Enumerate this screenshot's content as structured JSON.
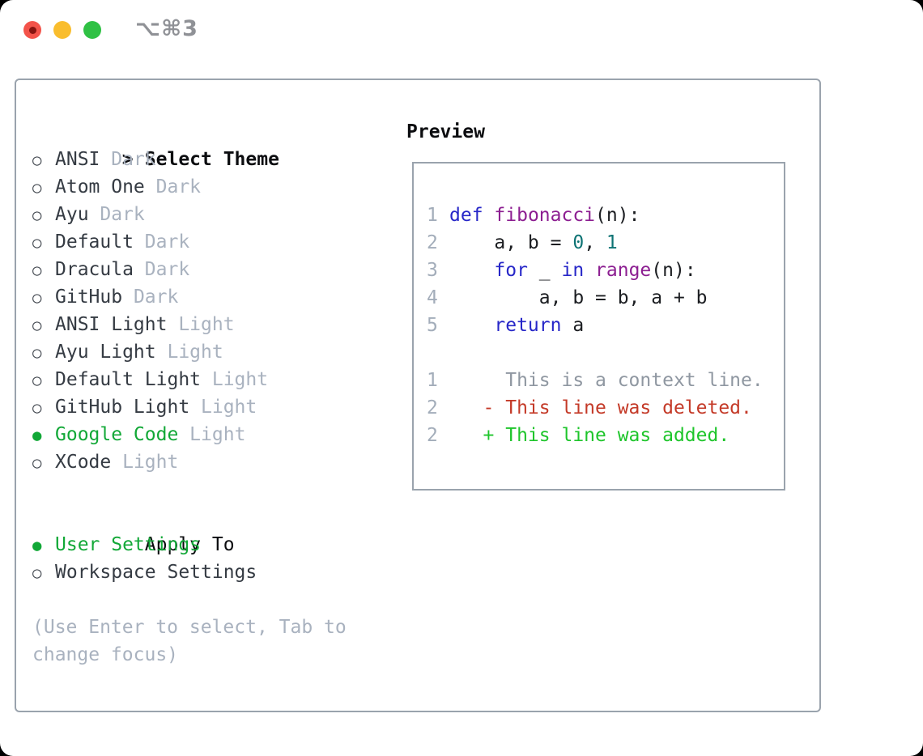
{
  "window": {
    "title": "⌥⌘3"
  },
  "colors": {
    "light-red": "#f3534a",
    "light-red-dot": "#871410",
    "light-yellow": "#f9bd2d",
    "light-green": "#2fc144",
    "title-gray": "#8f9196",
    "border-gray": "#9aa3ad",
    "header-black": "#0c0d10",
    "text-dark": "#353b43",
    "muted-gray": "#a9b2bf",
    "bullet-gray": "#40464e",
    "accent-green": "#12a837",
    "line-number": "#a3adba",
    "code-plain": "#1b1d21",
    "keyword-blue": "#2727c8",
    "function-purple": "#8c1e91",
    "number-teal": "#0e7374",
    "context-gray": "#8f97a1",
    "deleted-red": "#c43a28",
    "added-green": "#1ec52b"
  },
  "theme_panel": {
    "header_prefix": ">",
    "header": "Select Theme",
    "radio_unselected": "○",
    "radio_selected": "●",
    "themes": [
      {
        "name": "ANSI",
        "tag": "Dark",
        "selected": false
      },
      {
        "name": "Atom One",
        "tag": "Dark",
        "selected": false
      },
      {
        "name": "Ayu",
        "tag": "Dark",
        "selected": false
      },
      {
        "name": "Default",
        "tag": "Dark",
        "selected": false
      },
      {
        "name": "Dracula",
        "tag": "Dark",
        "selected": false
      },
      {
        "name": "GitHub",
        "tag": "Dark",
        "selected": false
      },
      {
        "name": "ANSI Light",
        "tag": "Light",
        "selected": false
      },
      {
        "name": "Ayu Light",
        "tag": "Light",
        "selected": false
      },
      {
        "name": "Default Light",
        "tag": "Light",
        "selected": false
      },
      {
        "name": "GitHub Light",
        "tag": "Light",
        "selected": false
      },
      {
        "name": "Google Code",
        "tag": "Light",
        "selected": true
      },
      {
        "name": "XCode",
        "tag": "Light",
        "selected": false
      }
    ],
    "apply_to": {
      "header": "Apply To",
      "options": [
        {
          "label": "User Settings",
          "selected": true
        },
        {
          "label": "Workspace Settings",
          "selected": false
        }
      ]
    },
    "hint_lines": [
      "(Use Enter to select, Tab to",
      "change focus)"
    ]
  },
  "preview": {
    "header": "Preview",
    "lines": [
      {
        "num": "1",
        "kind": "code",
        "segments": [
          {
            "t": "def",
            "s": "kw"
          },
          {
            "t": " ",
            "s": "pl"
          },
          {
            "t": "fibonacci",
            "s": "fn"
          },
          {
            "t": "(n):",
            "s": "pl"
          }
        ]
      },
      {
        "num": "2",
        "kind": "code",
        "segments": [
          {
            "t": "    a, b = ",
            "s": "pl"
          },
          {
            "t": "0",
            "s": "num"
          },
          {
            "t": ", ",
            "s": "pl"
          },
          {
            "t": "1",
            "s": "num"
          }
        ]
      },
      {
        "num": "3",
        "kind": "code",
        "segments": [
          {
            "t": "    ",
            "s": "pl"
          },
          {
            "t": "for",
            "s": "kw"
          },
          {
            "t": " _ ",
            "s": "pl"
          },
          {
            "t": "in",
            "s": "kw"
          },
          {
            "t": " ",
            "s": "pl"
          },
          {
            "t": "range",
            "s": "fn"
          },
          {
            "t": "(n):",
            "s": "pl"
          }
        ]
      },
      {
        "num": "4",
        "kind": "code",
        "segments": [
          {
            "t": "        a, b = b, a + b",
            "s": "pl"
          }
        ]
      },
      {
        "num": "5",
        "kind": "code",
        "segments": [
          {
            "t": "    ",
            "s": "pl"
          },
          {
            "t": "return",
            "s": "kw"
          },
          {
            "t": " a",
            "s": "pl"
          }
        ]
      },
      {
        "num": "",
        "kind": "blank",
        "segments": []
      },
      {
        "num": "1",
        "kind": "context",
        "segments": [
          {
            "t": "     This is a context line.",
            "s": "ctx"
          }
        ]
      },
      {
        "num": "2",
        "kind": "deleted",
        "segments": [
          {
            "t": "   - This line was deleted.",
            "s": "del"
          }
        ]
      },
      {
        "num": "2",
        "kind": "added",
        "segments": [
          {
            "t": "   + This line was added.",
            "s": "add"
          }
        ]
      }
    ]
  }
}
